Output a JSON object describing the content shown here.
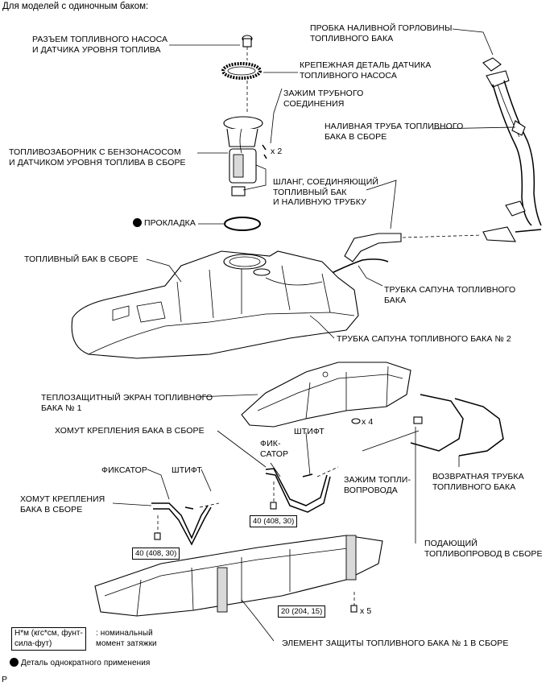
{
  "title": "Для моделей с одиночным баком:",
  "labels": {
    "pump_connector": "РАЗЪЕМ ТОПЛИВНОГО НАСОСА\nИ ДАТЧИКА УРОВНЯ ТОПЛИВА",
    "retainer": "КРЕПЕЖНАЯ ДЕТАЛЬ ДАТЧИКА\nТОПЛИВНОГО НАСОСА",
    "tube_clamp": "ЗАЖИМ ТРУБНОГО\nСОЕДИНЕНИЯ",
    "tube_clamp_qty": "x 2",
    "filler_cap": "ПРОБКА НАЛИВНОЙ ГОРЛОВИНЫ\nТОПЛИВНОГО БАКА",
    "filler_pipe": "НАЛИВНАЯ ТРУБА ТОПЛИВНОГО\nБАКА В СБОРЕ",
    "suction_assy": "ТОПЛИВОЗАБОРНИК С БЕНЗОНАСОСОМ\nИ ДАТЧИКОМ УРОВНЯ ТОПЛИВА В СБОРЕ",
    "hose": "ШЛАНГ, СОЕДИНЯЮЩИЙ\nТОПЛИВНЫЙ БАК\nИ НАЛИВНУЮ ТРУБКУ",
    "gasket": "ПРОКЛАДКА",
    "tank": "ТОПЛИВНЫЙ БАК В СБОРЕ",
    "breather": "ТРУБКА САПУНА ТОПЛИВНОГО\nБАКА",
    "breather2": "ТРУБКА САПУНА ТОПЛИВНОГО БАКА № 2",
    "heat_shield": "ТЕПЛОЗАЩИТНЫЙ ЭКРАН ТОПЛИВНОГО\nБАКА № 1",
    "heat_shield_qty": "x 4",
    "band_top": "ХОМУТ КРЕПЛЕНИЯ БАКА В СБОРЕ",
    "pin_top": "ШТИФТ",
    "retainer_top": "ФИК-\nСАТОР",
    "retainer_left": "ФИКСАТОР",
    "pin_left": "ШТИФТ",
    "band_left": "ХОМУТ КРЕПЛЕНИЯ\nБАКА В СБОРЕ",
    "fuel_clamp": "ЗАЖИМ ТОПЛИ-\nВОПРОВОДА",
    "return_tube": "ВОЗВРАТНАЯ ТРУБКА\nТОПЛИВНОГО БАКА",
    "supply_tube": "ПОДАЮЩИЙ\nТОПЛИВОПРОВОД В СБОРЕ",
    "protector": "ЭЛЕМЕНТ ЗАЩИТЫ ТОПЛИВНОГО БАКА № 1 В СБОРЕ",
    "protector_qty": "x 5"
  },
  "torques": {
    "t1": "40 (408, 30)",
    "t2": "40 (408, 30)",
    "t3": "20 (204, 15)"
  },
  "legend": {
    "unit": "Н*м (кгс*см, фунт-\nсила-фут)",
    "unit_desc": ": номинальный\nмомент затяжки",
    "non_reusable": "Деталь однократного применения"
  },
  "footer": "P"
}
